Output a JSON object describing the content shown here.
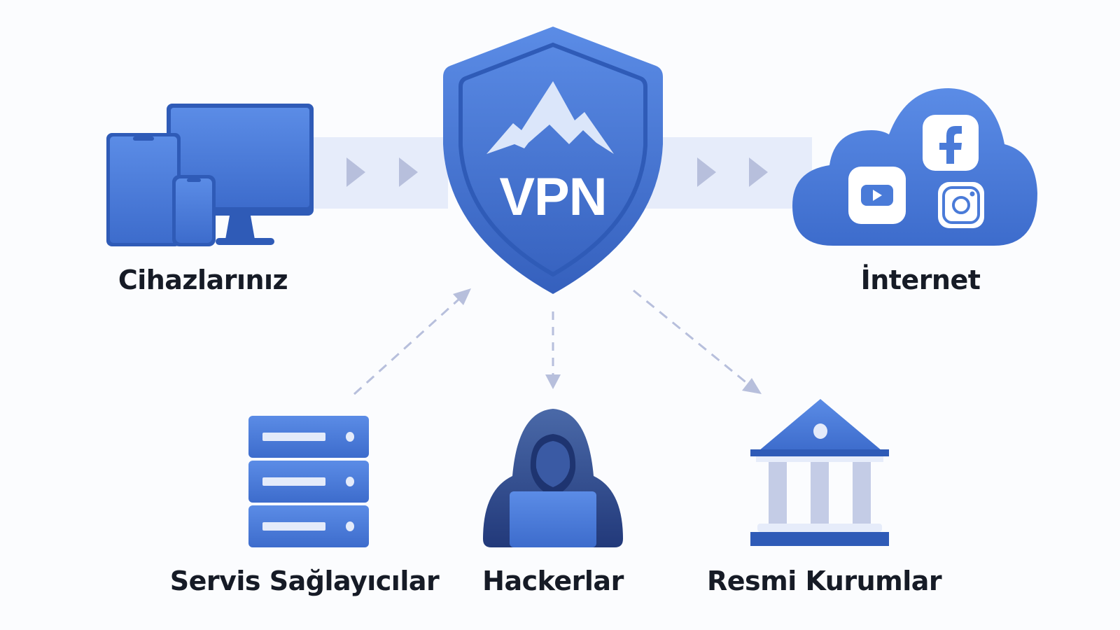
{
  "diagram": {
    "vpn_shield": {
      "label": "VPN",
      "icon": "mountain-shield-icon"
    },
    "nodes": {
      "devices": {
        "label": "Cihazlarınız",
        "icon": "devices-icon"
      },
      "internet": {
        "label": "İnternet",
        "icon": "cloud-icon",
        "apps": [
          "facebook-icon",
          "youtube-icon",
          "instagram-icon"
        ]
      },
      "providers": {
        "label": "Servis Sağlayıcılar",
        "icon": "server-icon"
      },
      "hackers": {
        "label": "Hackerlar",
        "icon": "hacker-icon"
      },
      "government": {
        "label": "Resmi Kurumlar",
        "icon": "government-building-icon"
      }
    },
    "flow": {
      "left_arrows": 2,
      "right_arrows": 2,
      "dashed_links": [
        "providers-to-vpn",
        "vpn-to-hackers",
        "vpn-to-government"
      ]
    },
    "colors": {
      "primary": "#4a7bd8",
      "primary_dark": "#2f5bb7",
      "band": "#e6ecfa",
      "arrow": "#b7bfdc",
      "text": "#161b26",
      "hacker": "#2d4a8a"
    }
  }
}
